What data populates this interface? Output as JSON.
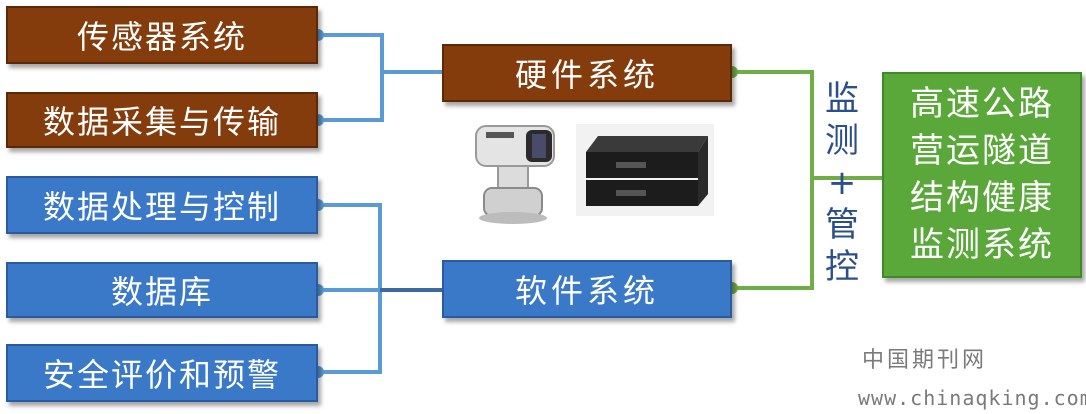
{
  "left_boxes": {
    "sensor": "传感器系统",
    "acquisition": "数据采集与传输",
    "processing": "数据处理与控制",
    "database": "数据库",
    "evaluation": "安全评价和预警"
  },
  "center_boxes": {
    "hardware": "硬件系统",
    "software": "软件系统"
  },
  "middle_label": {
    "line1": "监",
    "line2": "测",
    "line3": "+",
    "line4": "管",
    "line5": "控"
  },
  "target": {
    "line1": "高速公路",
    "line2": "营运隧道",
    "line3": "结构健康",
    "line4": "监测系统"
  },
  "watermark": {
    "name": "中国期刊网",
    "url": "www.chinaqking.com"
  },
  "images": {
    "camera_icon": "ptz-camera-icon",
    "server_icon": "server-rack-icon"
  },
  "colors": {
    "hardware_branch": "#843c0c",
    "software_branch": "#3a78c8",
    "target": "#5aa83a",
    "connector_blue": "#5b9bd5",
    "connector_green": "#70ad47"
  }
}
